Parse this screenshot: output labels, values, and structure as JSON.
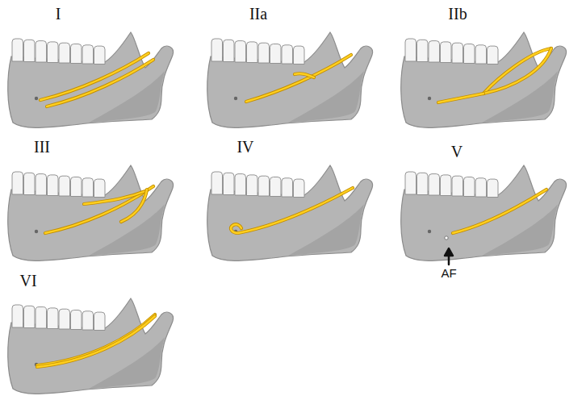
{
  "diagram": {
    "labels": [
      "I",
      "IIa",
      "IIb",
      "III",
      "IV",
      "V",
      "AF",
      "VI"
    ]
  }
}
